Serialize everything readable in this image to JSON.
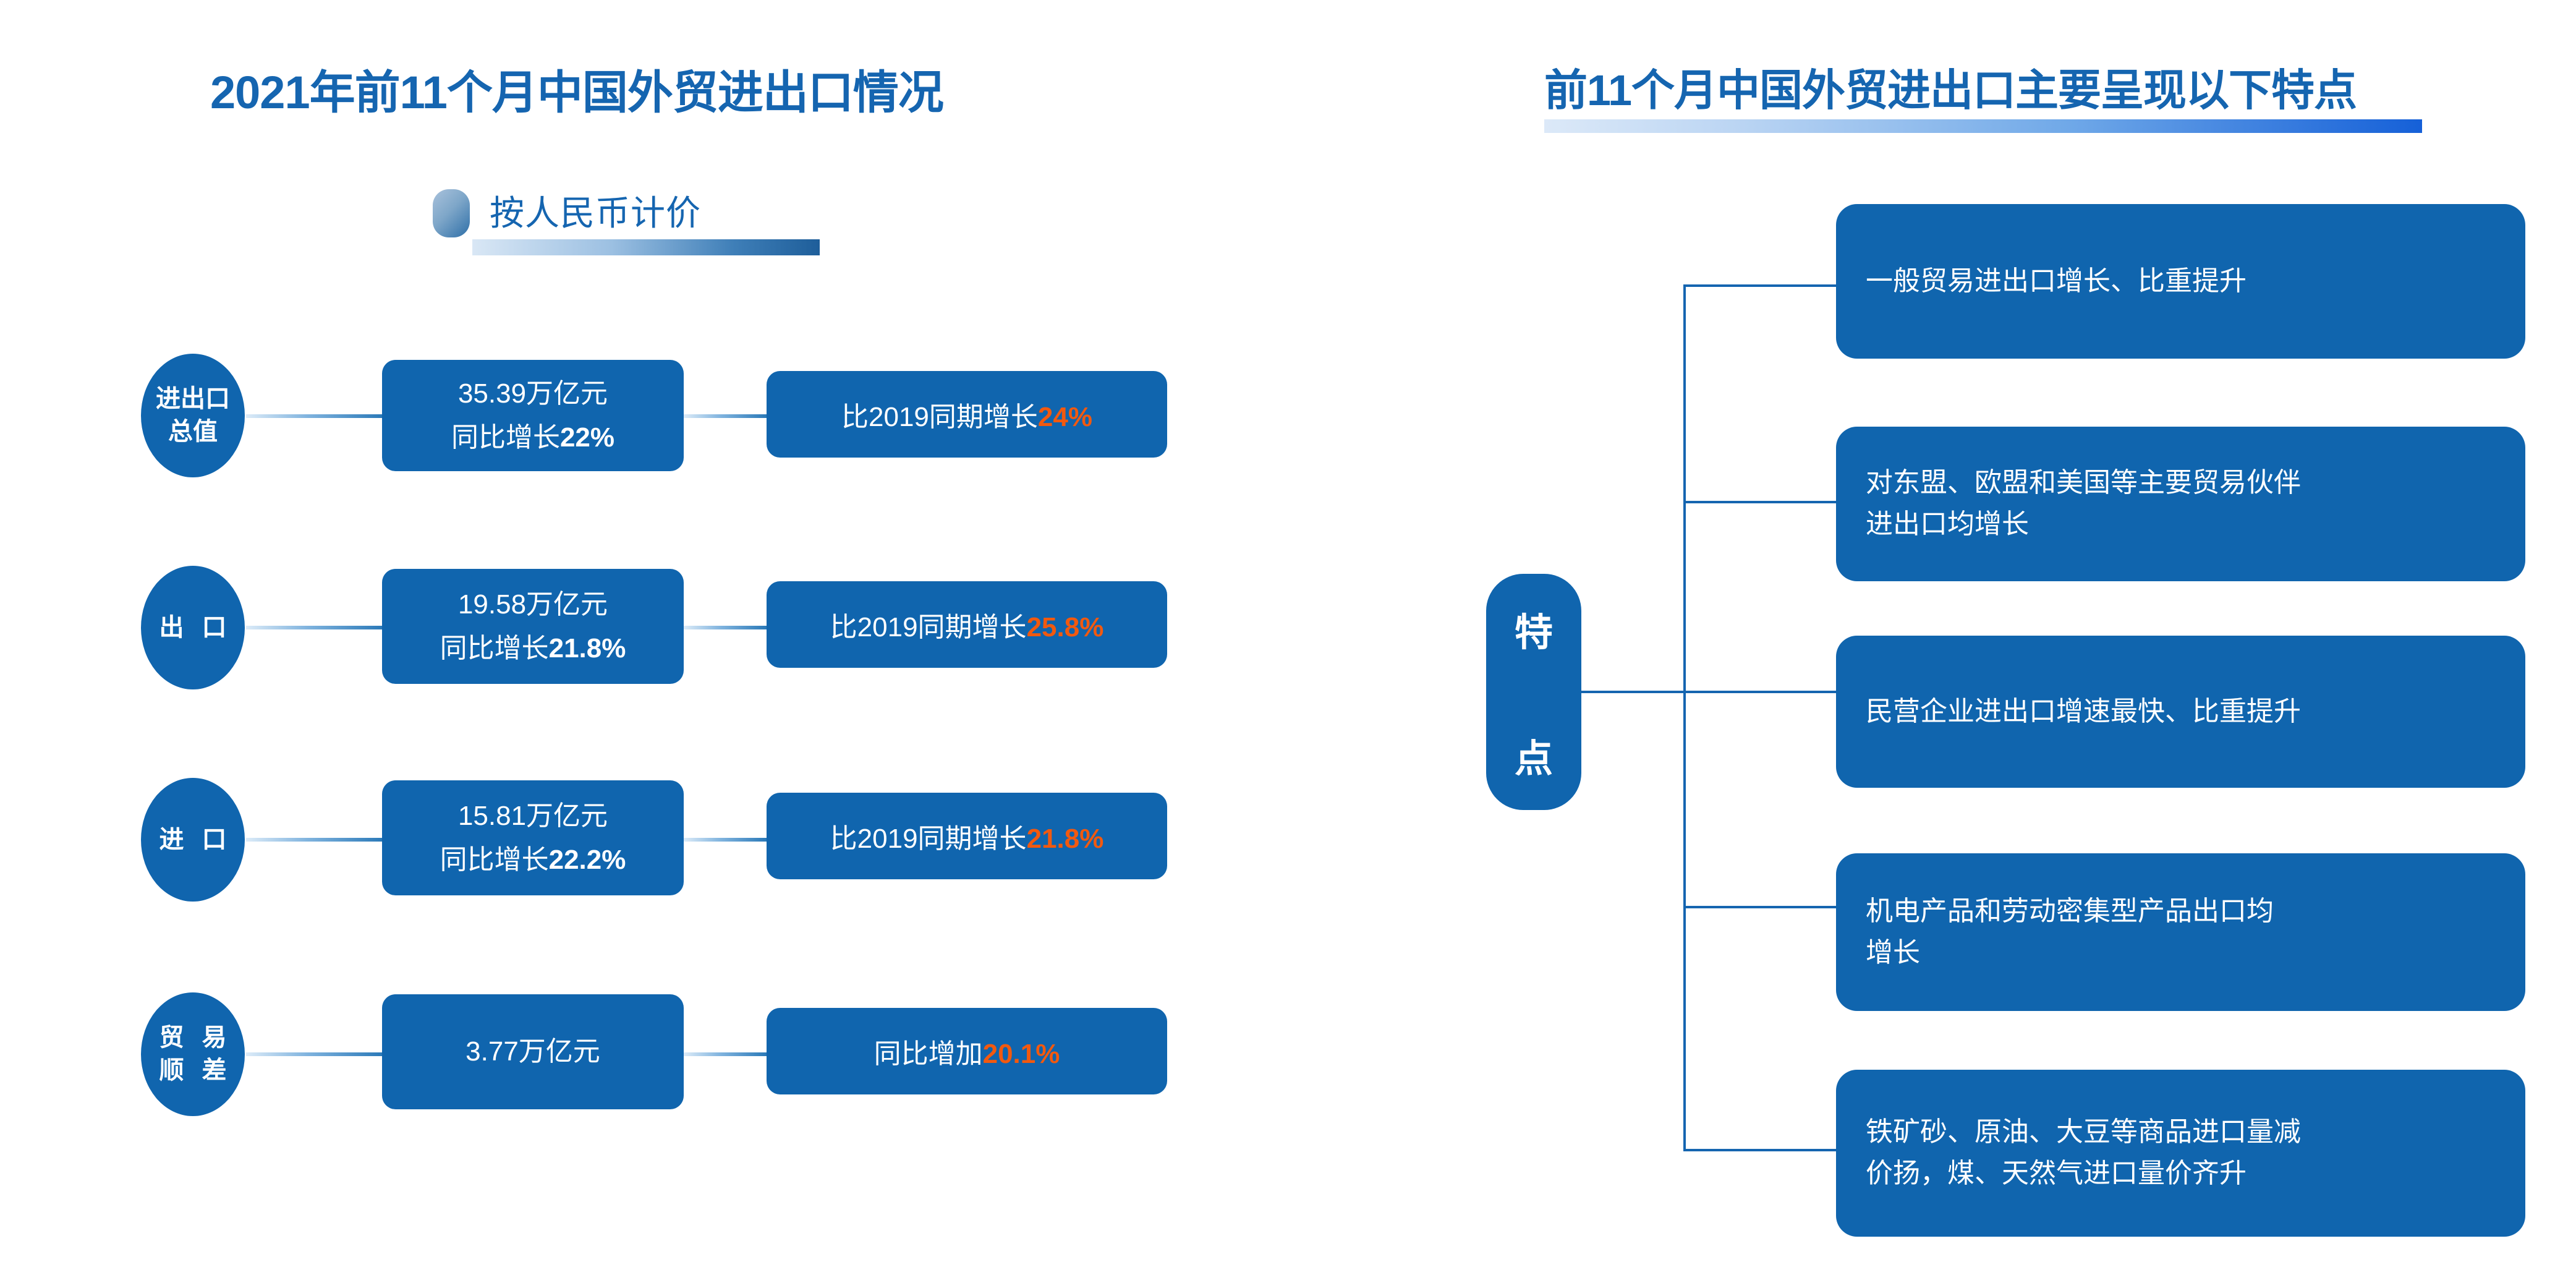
{
  "left_panel": {
    "title": "2021年前11个月中国外贸进出口情况",
    "subtitle": "按人民币计价",
    "subtitle_marker": "rounded-pill-marker",
    "rows": [
      {
        "label_lines": [
          "进出口",
          "总值"
        ],
        "value_lines": [
          "35.39万亿元",
          "同比增长",
          "22%"
        ],
        "compare_prefix": "比2019同期增长",
        "compare_value": "24%"
      },
      {
        "label_lines": [
          "出 口"
        ],
        "value_lines": [
          "19.58万亿元",
          "同比增长",
          "21.8%"
        ],
        "compare_prefix": "比2019同期增长",
        "compare_value": "25.8%"
      },
      {
        "label_lines": [
          "进 口"
        ],
        "value_lines": [
          "15.81万亿元",
          "同比增长",
          "22.2%"
        ],
        "compare_prefix": "比2019同期增长",
        "compare_value": "21.8%"
      },
      {
        "label_lines": [
          "贸 易",
          "顺 差"
        ],
        "value_lines": [
          "3.77万亿元",
          "",
          ""
        ],
        "compare_prefix": "同比增加",
        "compare_value": "20.1%"
      }
    ]
  },
  "right_panel": {
    "title": "前11个月中国外贸进出口主要呈现以下特点",
    "hub_chars": [
      "特",
      "点"
    ],
    "features": [
      {
        "lines": [
          "一般贸易进出口增长、比重提升"
        ]
      },
      {
        "lines": [
          "对东盟、欧盟和美国等主要贸易伙伴",
          "进出口均增长"
        ]
      },
      {
        "lines": [
          "民营企业进出口增速最快、比重提升"
        ]
      },
      {
        "lines": [
          "机电产品和劳动密集型产品出口均",
          "增长"
        ]
      },
      {
        "lines": [
          "铁矿砂、原油、大豆等商品进口量减",
          "价扬，煤、天然气进口量价齐升"
        ]
      }
    ]
  },
  "colors": {
    "brand_blue": "#1065AE",
    "title_blue": "#1565B0",
    "accent_orange": "#F2590F",
    "connector_blue": "#2A79B8",
    "background": "#FFFFFF"
  }
}
